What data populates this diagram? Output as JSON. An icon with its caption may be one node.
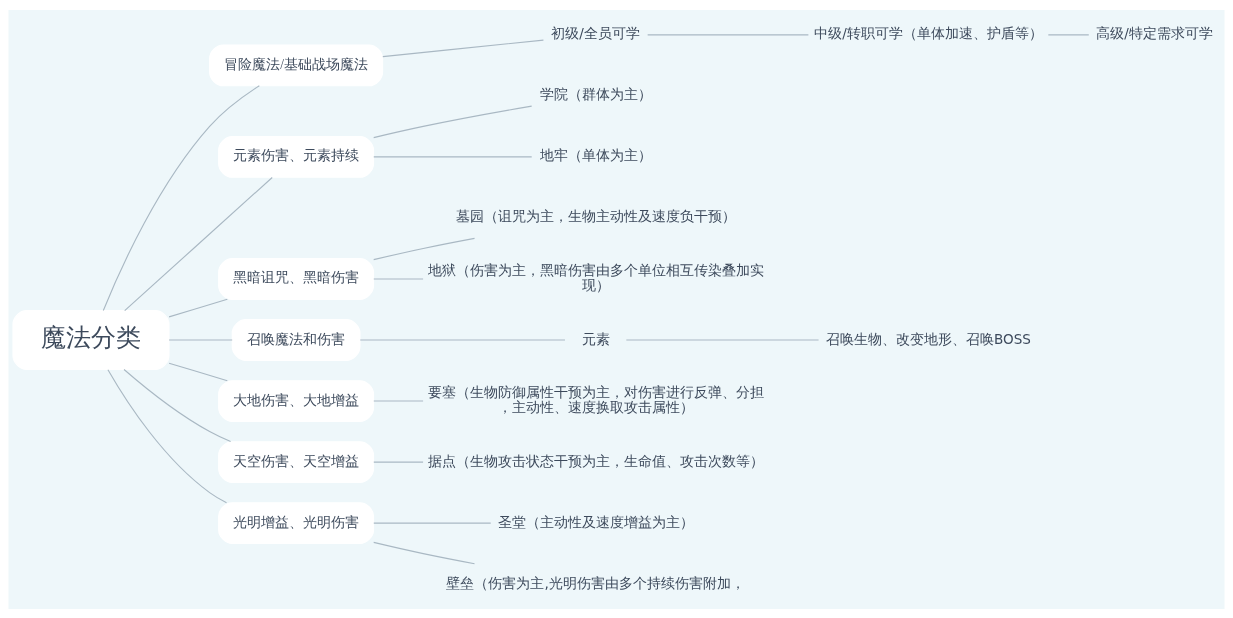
{
  "diagram": {
    "nodes": [
      {
        "text": [
          "魔法分类"
        ]
      },
      {
        "text": [
          "冒险魔法/基础战场魔法"
        ]
      },
      {
        "text": [
          "初级/全员可学"
        ]
      },
      {
        "text": [
          "中级/转职可学（单体加速、护盾等）"
        ]
      },
      {
        "text": [
          "高级/特定需求可学"
        ]
      },
      {
        "text": [
          "元素伤害、元素持续"
        ]
      },
      {
        "text": [
          "学院（群体为主）"
        ]
      },
      {
        "text": [
          "地牢（单体为主）"
        ]
      },
      {
        "text": [
          "黑暗诅咒、黑暗伤害"
        ]
      },
      {
        "text": [
          "墓园（诅咒为主，生物主动性及速度负干预）"
        ]
      },
      {
        "text": [
          "地狱（伤害为主，黑暗伤害由多个单位相互传染叠加实现）"
        ]
      },
      {
        "text": [
          "召唤魔法和伤害"
        ]
      },
      {
        "text": [
          "元素"
        ]
      },
      {
        "text": [
          "召唤生物、改变地形、召唤BOSS"
        ]
      },
      {
        "text": [
          "大地伤害、大地增益"
        ]
      },
      {
        "text": [
          "要塞（生物防御属性干预为主，对伤害进行反弹、分担，主动性、速度换取攻击属性）"
        ]
      },
      {
        "text": [
          "天空伤害、天空增益"
        ]
      },
      {
        "text": [
          "据点（生物攻击状态干预为主，生命值、攻击次数等）"
        ]
      },
      {
        "text": [
          "光明增益、光明伤害"
        ]
      },
      {
        "text": [
          "圣堂（主动性及速度增益为主）"
        ]
      },
      {
        "text": [
          "壁垒（伤害为主,光明伤害由多个持续伤害附加，"
        ]
      }
    ],
    "edges": [
      {
        "from": 0,
        "to": 1,
        "arrow": "none"
      },
      {
        "from": 1,
        "to": 2,
        "arrow": "none"
      },
      {
        "from": 2,
        "to": 3,
        "arrow": "none"
      },
      {
        "from": 3,
        "to": 4,
        "arrow": "none"
      },
      {
        "from": 0,
        "to": 5,
        "arrow": "none"
      },
      {
        "from": 5,
        "to": 6,
        "arrow": "none"
      },
      {
        "from": 5,
        "to": 7,
        "arrow": "none"
      },
      {
        "from": 0,
        "to": 8,
        "arrow": "none"
      },
      {
        "from": 8,
        "to": 9,
        "arrow": "none"
      },
      {
        "from": 8,
        "to": 10,
        "arrow": "none"
      },
      {
        "from": 0,
        "to": 11,
        "arrow": "none"
      },
      {
        "from": 11,
        "to": 12,
        "arrow": "none"
      },
      {
        "from": 12,
        "to": 13,
        "arrow": "none"
      },
      {
        "from": 0,
        "to": 14,
        "arrow": "none"
      },
      {
        "from": 14,
        "to": 15,
        "arrow": "none"
      },
      {
        "from": 0,
        "to": 16,
        "arrow": "none"
      },
      {
        "from": 16,
        "to": 17,
        "arrow": "none"
      },
      {
        "from": 0,
        "to": 18,
        "arrow": "none"
      },
      {
        "from": 18,
        "to": 19,
        "arrow": "none"
      },
      {
        "from": 18,
        "to": 20,
        "arrow": "none"
      }
    ]
  }
}
